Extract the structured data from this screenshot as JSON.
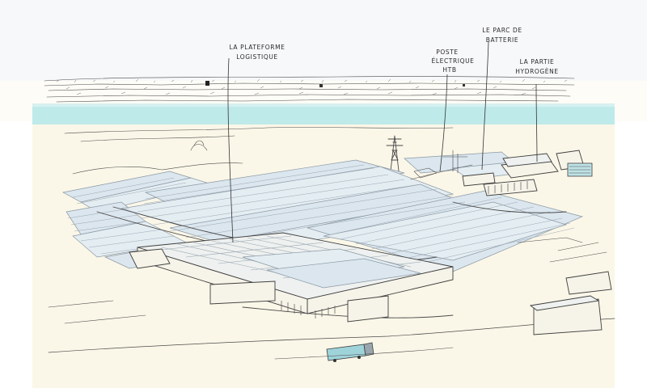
{
  "labels": {
    "logistics": [
      "LA PLATEFORME",
      "LOGISTIQUE"
    ],
    "substation": [
      "POSTE",
      "ÉLECTRIQUE",
      "HTB"
    ],
    "battery": [
      "LE PARC DE",
      "BATTERIE"
    ],
    "hydrogen": [
      "LA PARTIE",
      "HYDROGÈNE"
    ]
  },
  "colors": {
    "paper": "#fbf7e8",
    "sky": "#f3f5f8",
    "water": "#bfeaea",
    "solar_panel": "#dbe6ee",
    "truck": "#9fd3da",
    "ink": "#3e3e3e"
  },
  "icons": [
    "truck-icon",
    "pylon-icon"
  ]
}
